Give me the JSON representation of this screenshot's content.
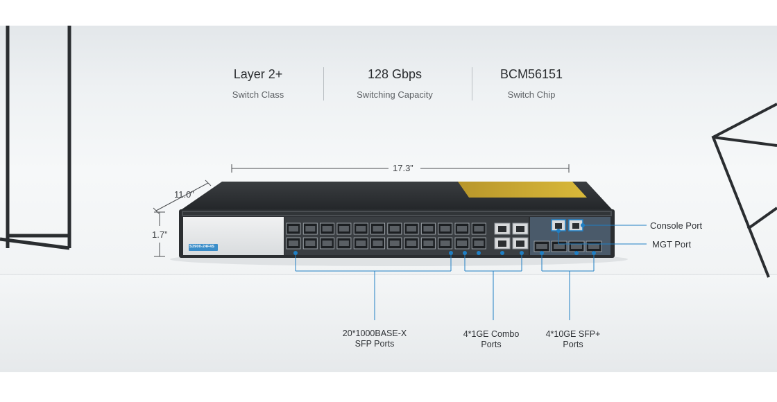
{
  "specs": [
    {
      "value": "Layer 2+",
      "label": "Switch Class"
    },
    {
      "value": "128 Gbps",
      "label": "Switching Capacity"
    },
    {
      "value": "BCM56151",
      "label": "Switch Chip"
    }
  ],
  "dimensions": {
    "width": "17.3”",
    "depth": "11.0”",
    "height": "1.7”"
  },
  "device": {
    "model": "S3900-24F4S"
  },
  "callouts": {
    "console": "Console Port",
    "mgt": "MGT Port"
  },
  "port_groups": [
    {
      "line1": "20*1000BASE-X",
      "line2": "SFP Ports"
    },
    {
      "line1": "4*1GE Combo",
      "line2": "Ports"
    },
    {
      "line1": "4*10GE SFP+",
      "line2": "Ports"
    }
  ],
  "colors": {
    "accent": "#1f7fc4",
    "chassis": "#2b2e31",
    "top_label": "#c9a92c"
  }
}
